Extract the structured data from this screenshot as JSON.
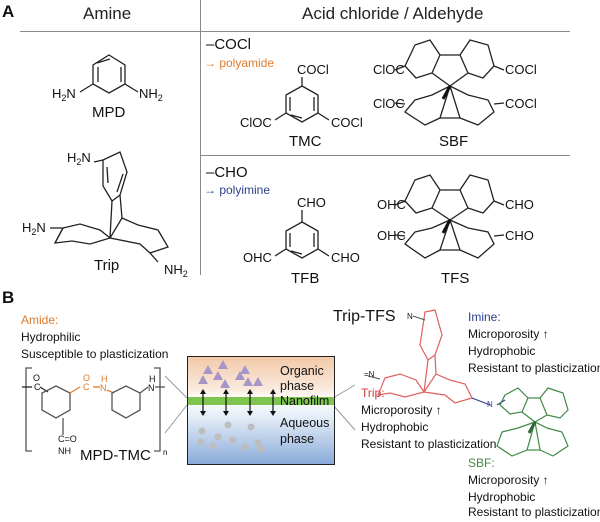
{
  "panel_a": {
    "label": "A",
    "headers": {
      "amine": "Amine",
      "acid": "Acid chloride / Aldehyde"
    },
    "amines": [
      {
        "name": "MPD",
        "groups": [
          "H2N",
          "NH2"
        ]
      },
      {
        "name": "Trip",
        "groups": [
          "H2N",
          "H2N",
          "NH2"
        ]
      }
    ],
    "rows": [
      {
        "group": "–COCl",
        "product": "→ polyamide",
        "product_color": "#e07b2a",
        "molecules": [
          {
            "name": "TMC",
            "substituent": "COCl",
            "substituent_left": "ClOC"
          },
          {
            "name": "SBF",
            "substituent": "COCl",
            "substituent_left": "ClOC"
          }
        ]
      },
      {
        "group": "–CHO",
        "product": "→ polyimine",
        "product_color": "#2b3f8c",
        "molecules": [
          {
            "name": "TFB",
            "substituent": "CHO",
            "substituent_left": "OHC"
          },
          {
            "name": "TFS",
            "substituent": "CHO",
            "substituent_left": "OHC"
          }
        ]
      }
    ]
  },
  "panel_b": {
    "label": "B",
    "amide": {
      "title": "Amide:",
      "title_color": "#e07b2a",
      "props": [
        "Hydrophilic",
        "Susceptible to plasticization"
      ]
    },
    "polymer_left": {
      "name": "MPD-TMC",
      "subscript": "n",
      "atoms": {
        "o": "O",
        "c": "C",
        "h": "H",
        "n": "N",
        "co": "C=O",
        "nh": "NH"
      }
    },
    "interface": {
      "organic": [
        "Organic",
        "phase"
      ],
      "nanofilm": "Nanofilm",
      "aqueous": [
        "Aqueous",
        "phase"
      ],
      "colors": {
        "organic": "#f3c9a8",
        "aqueous": "#88aad8",
        "film": "#7dc450",
        "triangles": "#a696c8",
        "circles": "#bdbdbd"
      }
    },
    "polymer_right": {
      "name": "Trip-TFS",
      "atom_n": "N",
      "atom_imine": "=N"
    },
    "imine": {
      "title": "Imine:",
      "title_color": "#2b3f8c",
      "props": [
        "Microporosity ↑",
        "Hydrophobic",
        "Resistant to plasticization"
      ]
    },
    "trip": {
      "title": "Trip:",
      "title_color": "#d23a3a",
      "props": [
        "Microporosity ↑",
        "Hydrophobic",
        "Resistant to plasticization"
      ]
    },
    "sbf": {
      "title": "SBF:",
      "title_color": "#3f8a45",
      "props": [
        "Microporosity ↑",
        "Hydrophobic",
        "Resistant to plasticization"
      ]
    }
  }
}
